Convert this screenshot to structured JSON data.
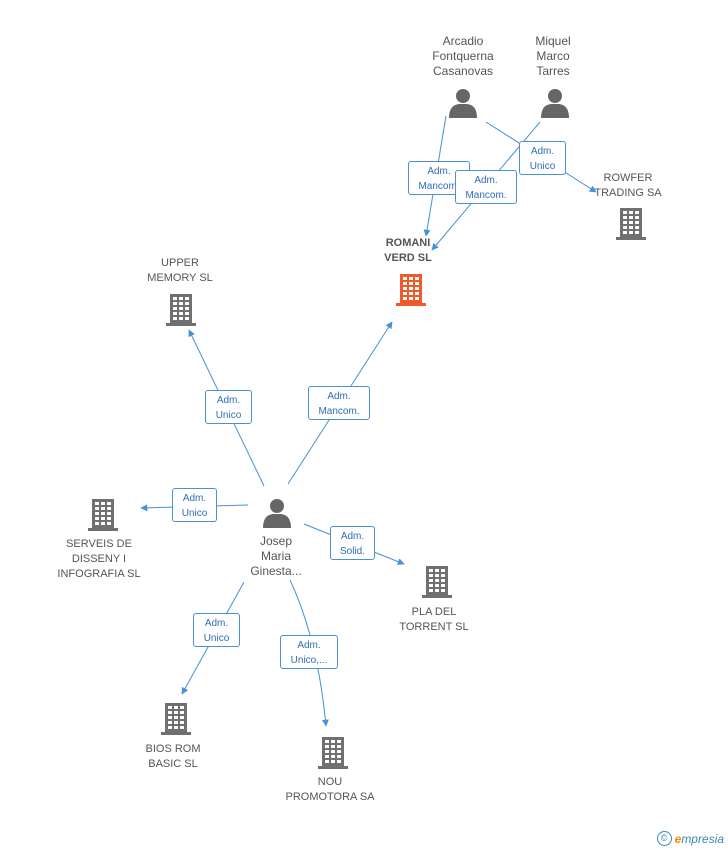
{
  "colors": {
    "edge": "#4a8fd8",
    "company": "#707070",
    "highlight": "#f05a2a",
    "person": "#666666"
  },
  "nodes": {
    "arcadio": {
      "label": "Arcadio\nFontquerna\nCasanovas",
      "type": "person"
    },
    "miquel": {
      "label": "Miquel\nMarco\nTarres",
      "type": "person"
    },
    "rowfer": {
      "label": "ROWFER\nTRADING SA",
      "type": "company"
    },
    "romani": {
      "label": "ROMANI\nVERD SL",
      "type": "company-main"
    },
    "upper": {
      "label": "UPPER\nMEMORY SL",
      "type": "company"
    },
    "josep": {
      "label": "Josep\nMaria\nGinesta...",
      "type": "person"
    },
    "serveis": {
      "label": "SERVEIS DE\nDISSENY I\nINFOGRAFIA SL",
      "type": "company"
    },
    "pla": {
      "label": "PLA DEL\nTORRENT SL",
      "type": "company"
    },
    "bios": {
      "label": "BIOS ROM\nBASIC SL",
      "type": "company"
    },
    "nou": {
      "label": "NOU\nPROMOTORA SA",
      "type": "company"
    }
  },
  "edges": {
    "arcadio_romani": "Adm.\nMancom.",
    "miquel_romani": "Adm.\nMancom.",
    "arcadio_rowfer": "Adm.\nUnico",
    "josep_romani": "Adm.\nMancom.",
    "josep_upper": "Adm.\nUnico",
    "josep_serveis": "Adm.\nUnico",
    "josep_pla": "Adm.\nSolid.",
    "josep_bios": "Adm.\nUnico",
    "josep_nou": "Adm.\nUnico,..."
  },
  "footer": {
    "copyright": "©",
    "brand_e": "e",
    "brand_rest": "mpresia"
  }
}
